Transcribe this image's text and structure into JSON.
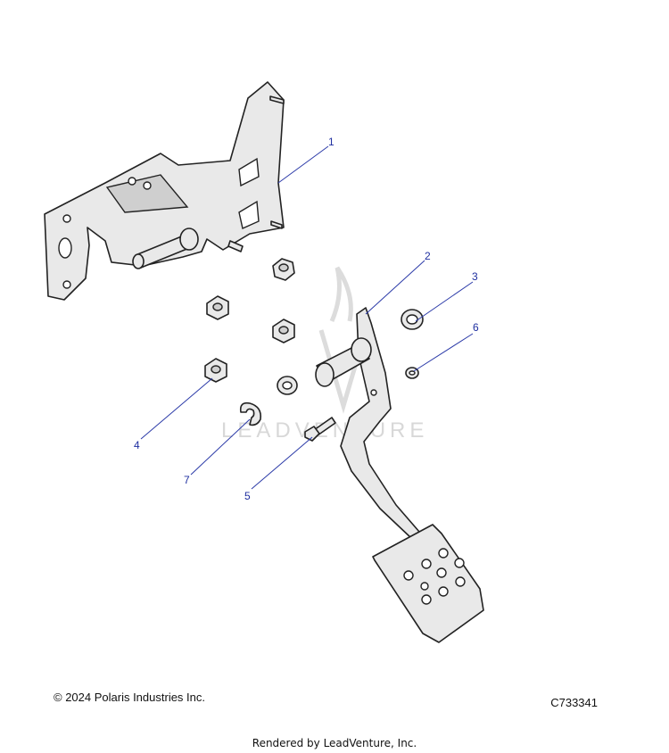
{
  "callouts": [
    {
      "number": "1"
    },
    {
      "number": "2"
    },
    {
      "number": "3"
    },
    {
      "number": "4"
    },
    {
      "number": "5"
    },
    {
      "number": "6"
    },
    {
      "number": "7"
    }
  ],
  "watermark": {
    "text": "LEADVENTURE"
  },
  "footer": {
    "copyright": "© 2024 Polaris Industries Inc.",
    "drawing_id": "C733341",
    "rendered_by": "Rendered by LeadVenture, Inc."
  },
  "colors": {
    "callout": "#1f2fa0",
    "leader": "#2b3aa8",
    "part_fill": "#e9e9e9",
    "outline": "#222222"
  }
}
